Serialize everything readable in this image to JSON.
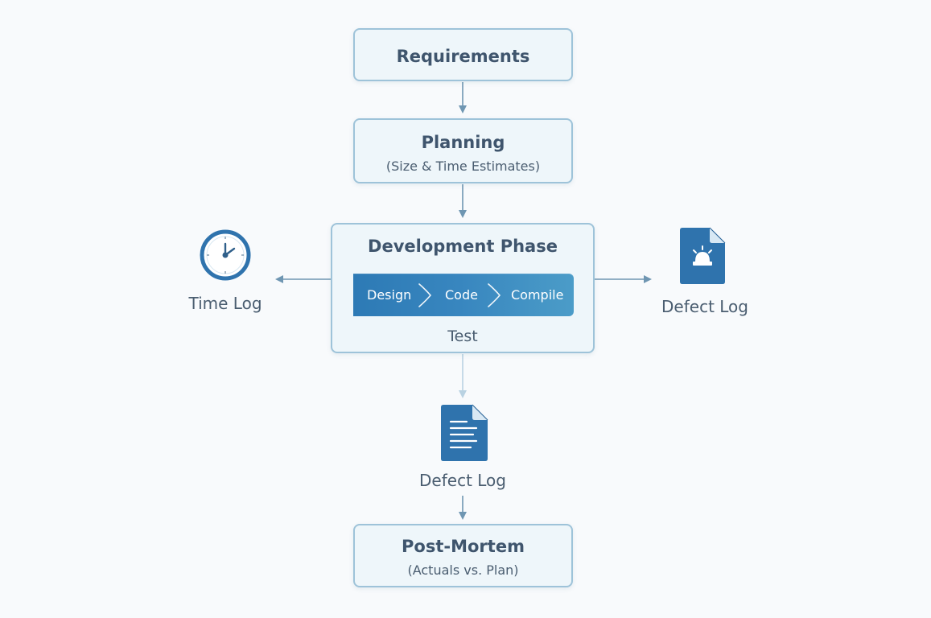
{
  "diagram": {
    "nodes": {
      "requirements": {
        "title": "Requirements"
      },
      "planning": {
        "title": "Planning",
        "subtitle": "(Size & Time Estimates)"
      },
      "development": {
        "title": "Development Phase",
        "steps": [
          "Design",
          "Code",
          "Compile"
        ],
        "test": "Test"
      },
      "time_log": {
        "label": "Time Log",
        "icon": "clock-icon"
      },
      "defect_log_right": {
        "label": "Defect Log",
        "icon": "alert-document-icon"
      },
      "defect_log_bottom": {
        "label": "Defect Log",
        "icon": "document-lines-icon"
      },
      "postmortem": {
        "title": "Post-Mortem",
        "subtitle": "(Actuals vs. Plan)"
      }
    },
    "colors": {
      "node_fill": "#eef6fa",
      "node_border": "#9ec3d9",
      "text": "#3f556d",
      "accent_blue": "#2f73ad",
      "connector": "#6f96b2"
    }
  }
}
